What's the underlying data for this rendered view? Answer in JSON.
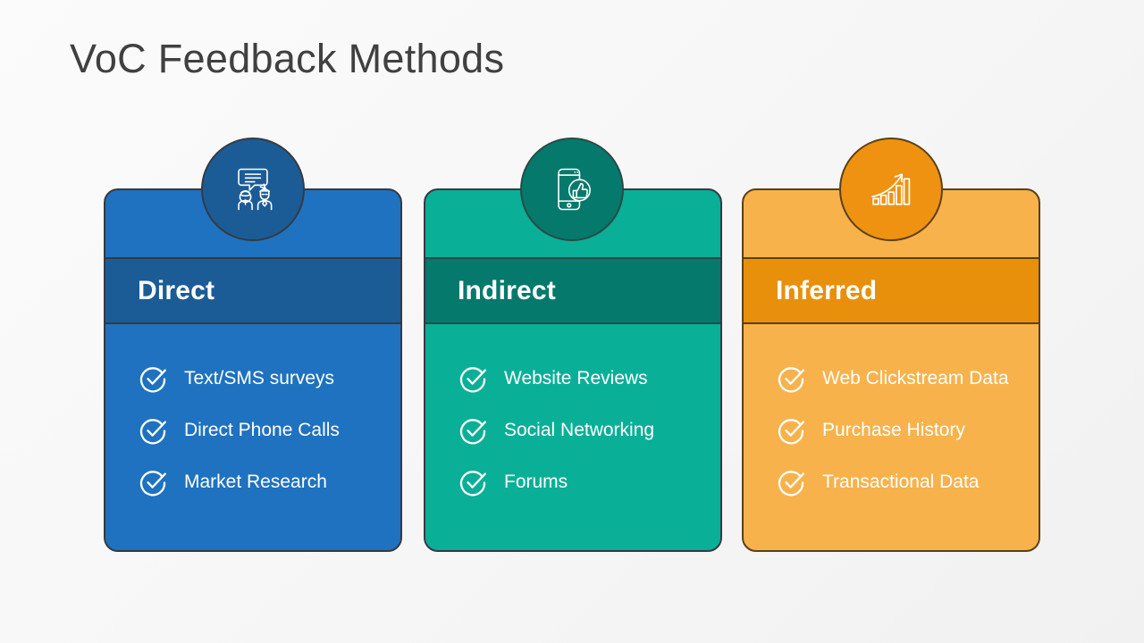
{
  "slide": {
    "title": "VoC Feedback Methods",
    "background_color": "#f7f7f7",
    "title_color": "#404040"
  },
  "cards": [
    {
      "id": "direct",
      "header": "Direct",
      "icon": "people-speech-bubble-icon",
      "body_color": "#1f72bf",
      "header_color": "#1b5c96",
      "badge_color": "#1b5c96",
      "border_color": "#353a41",
      "items": [
        {
          "label": "Text/SMS surveys",
          "icon": "check-circle-icon"
        },
        {
          "label": "Direct Phone Calls",
          "icon": "check-circle-icon"
        },
        {
          "label": "Market Research",
          "icon": "check-circle-icon"
        }
      ]
    },
    {
      "id": "indirect",
      "header": "Indirect",
      "icon": "smartphone-thumbs-up-icon",
      "body_color": "#0aaf97",
      "header_color": "#04796c",
      "badge_color": "#04796c",
      "border_color": "#2a4a46",
      "items": [
        {
          "label": "Website Reviews",
          "icon": "check-circle-icon"
        },
        {
          "label": "Social Networking",
          "icon": "check-circle-icon"
        },
        {
          "label": "Forums",
          "icon": "check-circle-icon"
        }
      ]
    },
    {
      "id": "inferred",
      "header": "Inferred",
      "icon": "growth-chart-arrow-icon",
      "body_color": "#f7b24c",
      "header_color": "#e8900c",
      "badge_color": "#ef9211",
      "border_color": "#5c4016",
      "items": [
        {
          "label": "Web Clickstream Data",
          "icon": "check-circle-icon"
        },
        {
          "label": "Purchase History",
          "icon": "check-circle-icon"
        },
        {
          "label": "Transactional Data",
          "icon": "check-circle-icon"
        }
      ]
    }
  ]
}
